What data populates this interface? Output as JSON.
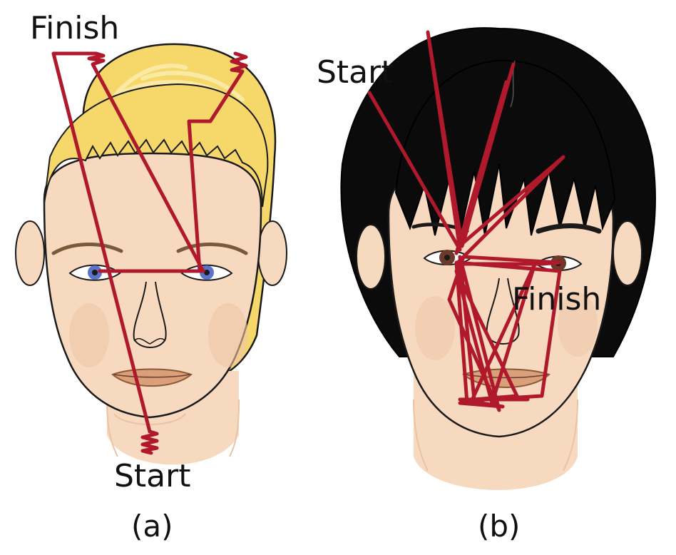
{
  "figure": {
    "panel_a": {
      "start_label": "Start",
      "finish_label": "Finish",
      "caption": "(a)"
    },
    "panel_b": {
      "start_label": "Start",
      "finish_label": "Finish",
      "caption": "(b)"
    }
  },
  "colors": {
    "scanpath": "#b0182c",
    "skin": "#f7d9c0",
    "blonde_hair": "#f6d86a",
    "black_hair": "#0b0b0b",
    "blue_iris": "#5b73c9",
    "brown_iris": "#6b3a2a",
    "lips": "#d9a07a"
  }
}
